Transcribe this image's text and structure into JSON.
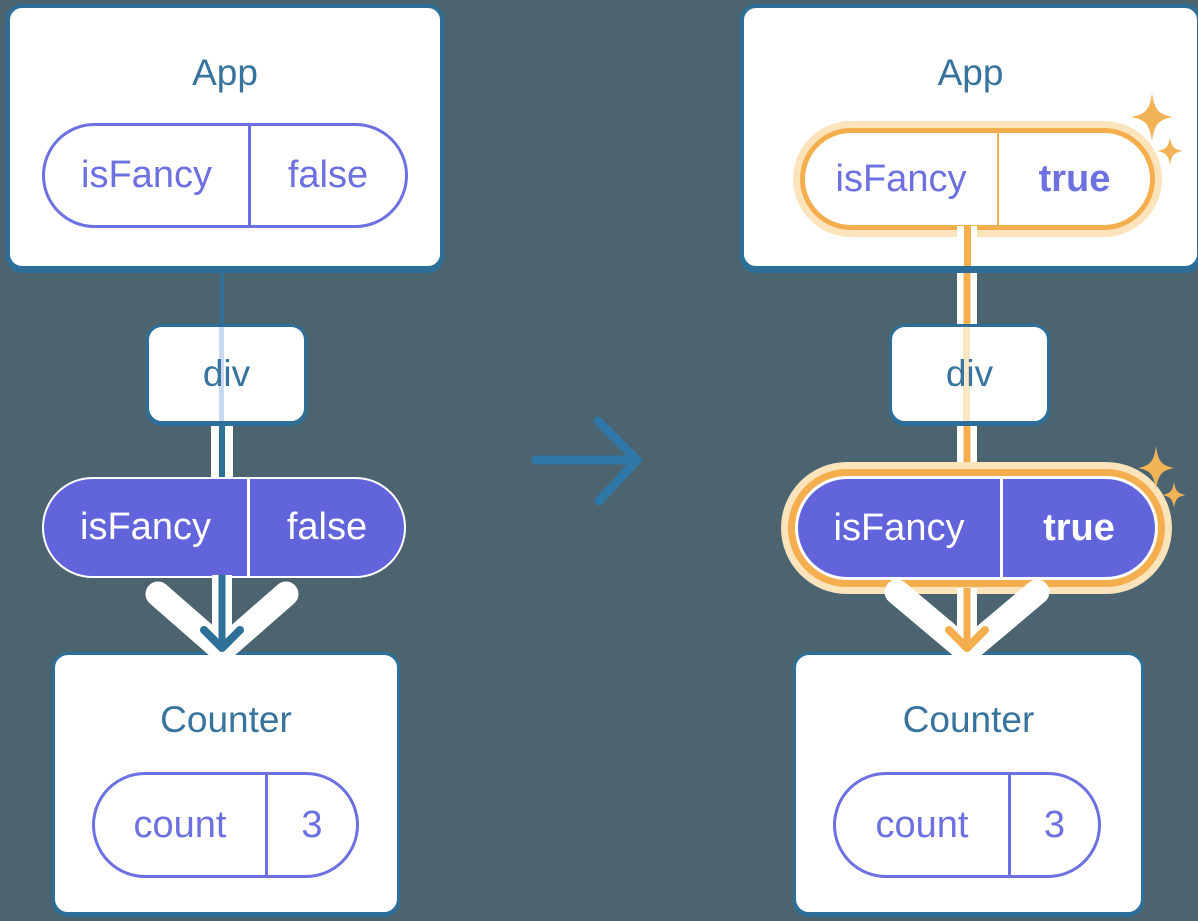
{
  "colors": {
    "background": "#4B6470",
    "card_border": "#2E6F99",
    "title_text": "#36739D",
    "purple_fill": "#6164DB",
    "purple_outline": "#6C70E0",
    "teal_line": "#2E7098",
    "orange_highlight": "#F5AE4E",
    "orange_halo": "#FBE3BC",
    "orange_pale_core": "#FBE7C6",
    "lavender_core": "#CBD9F0",
    "sparkle": "#F2B357",
    "transition_arrow": "#2E77A6"
  },
  "icons": {
    "transition": "arrow-right-icon",
    "highlight": "sparkle-icon"
  },
  "before": {
    "app_title": "App",
    "app_state_name": "isFancy",
    "app_state_value": "false",
    "div_title": "div",
    "passed_state_name": "isFancy",
    "passed_state_value": "false",
    "counter_title": "Counter",
    "counter_state_name": "count",
    "counter_state_value": "3"
  },
  "after": {
    "app_title": "App",
    "app_state_name": "isFancy",
    "app_state_value": "true",
    "div_title": "div",
    "passed_state_name": "isFancy",
    "passed_state_value": "true",
    "counter_title": "Counter",
    "counter_state_name": "count",
    "counter_state_value": "3"
  }
}
